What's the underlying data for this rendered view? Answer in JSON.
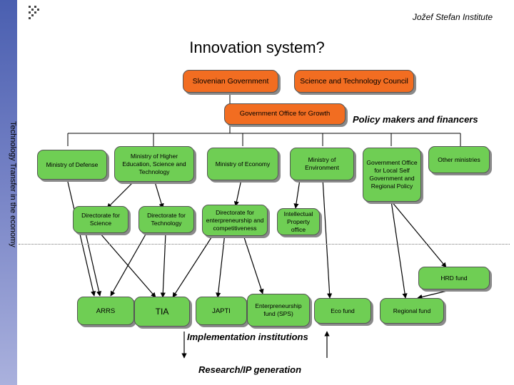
{
  "header": {
    "institute": "Jožef Stefan Institute"
  },
  "title": "Innovation system?",
  "sidebar_label": "Technology Transfer in the economy",
  "top_nodes": {
    "government": "Slovenian Government",
    "council": "Science and Technology Council",
    "growth_office": "Government Office for Growth"
  },
  "labels": {
    "policy": "Policy makers and financers",
    "implementation": "Implementation institutions",
    "research": "Research/IP generation"
  },
  "ministries": {
    "defense": "Ministry of Defense",
    "education": "Ministry of Higher Education, Science and Technology",
    "economy": "Ministry of Economy",
    "environment": "Ministry of Environment",
    "local_office": "Government Office for Local Self Government and Regional Policy",
    "other": "Other ministries"
  },
  "directorates": {
    "science": "Directorate for Science",
    "technology": "Directorate for Technology",
    "enterprise": "Directorate for enterpreneurship and competitiveness",
    "ip_office": "Intellectual Property office"
  },
  "institutions": {
    "hrd": "HRD fund",
    "arrs": "ARRS",
    "tia": "TIA",
    "japti": "JAPTI",
    "sps": "Enterpreneurship fund (SPS)",
    "eco": "Eco fund",
    "regional": "Regional fund"
  },
  "colors": {
    "orange": "#f26d21",
    "green": "#6fce54",
    "sidebar": "#5b6cb8"
  }
}
